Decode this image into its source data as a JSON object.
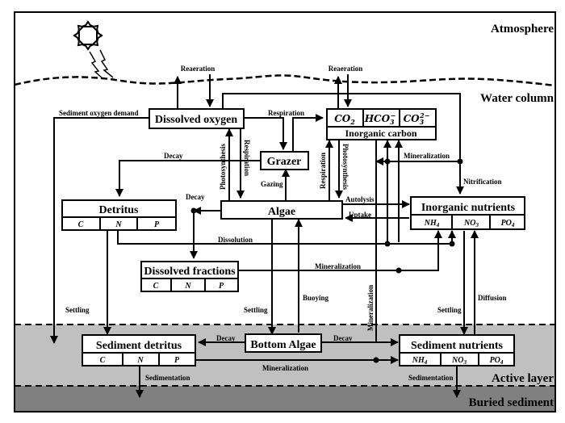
{
  "regions": {
    "atmosphere": "Atmosphere",
    "water_column": "Water column",
    "active_layer": "Active layer",
    "buried_sediment": "Buried sediment"
  },
  "colors": {
    "active_layer_fill": "#c0c0c0",
    "buried_sediment_fill": "#808080",
    "line": "#000000",
    "box_fill": "#ffffff"
  },
  "icons": {
    "sun": "sun-icon",
    "sunlight": "lightning-ray-icon"
  },
  "boxes": {
    "dissolved_oxygen": {
      "title": "Dissolved oxygen"
    },
    "inorganic_carbon": {
      "title": "Inorganic carbon",
      "cells": [
        "CO",
        "HCO",
        "CO"
      ],
      "subs": [
        "2",
        "3",
        "3"
      ],
      "sups": [
        "",
        "−",
        "2−"
      ]
    },
    "grazer": {
      "title": "Grazer"
    },
    "detritus": {
      "title": "Detritus",
      "cells": [
        "C",
        "N",
        "P"
      ]
    },
    "algae": {
      "title": "Algae"
    },
    "inorganic_nutrients": {
      "title": "Inorganic nutrients",
      "cells": [
        "NH",
        "NO",
        "PO"
      ],
      "subs": [
        "4",
        "3",
        "4"
      ]
    },
    "dissolved_fractions": {
      "title": "Dissolved fractions",
      "cells": [
        "C",
        "N",
        "P"
      ]
    },
    "sediment_detritus": {
      "title": "Sediment detritus",
      "cells": [
        "C",
        "N",
        "P"
      ]
    },
    "bottom_algae": {
      "title": "Bottom Algae"
    },
    "sediment_nutrients": {
      "title": "Sediment nutrients",
      "cells": [
        "NH",
        "NO",
        "PO"
      ],
      "subs": [
        "4",
        "3",
        "4"
      ]
    }
  },
  "labels": {
    "reaeration_do": "Reaeration",
    "reaeration_ic": "Reaeration",
    "sediment_oxygen_demand": "Sediment oxygen demand",
    "respiration_top": "Respiration",
    "decay_grazer": "Decay",
    "decay_algae": "Decay",
    "photosynthesis_do": "Photosynthesis",
    "respiration_do": "Respiration",
    "gazing": "Gazing",
    "respiration_ic": "Respiration",
    "photosynthesis_ic": "Photosynthesis",
    "mineralization_ic": "Mineralization",
    "nitrification": "Nitrification",
    "autolysis": "Autolysis",
    "uptake": "Uptake",
    "dissolution": "Dissolution",
    "mineralization_df": "Mineralization",
    "settling_left": "Settling",
    "settling_algae": "Settling",
    "buoying": "Buoying",
    "mineralization_vertical": "Mineralization",
    "settling_right": "Settling",
    "diffusion": "Diffusion",
    "decay_bottom_left": "Decay",
    "decay_bottom_right": "Decay",
    "mineralization_bottom": "Mineralization",
    "sedimentation_left": "Sedimentation",
    "sedimentation_right": "Sedimentation"
  }
}
